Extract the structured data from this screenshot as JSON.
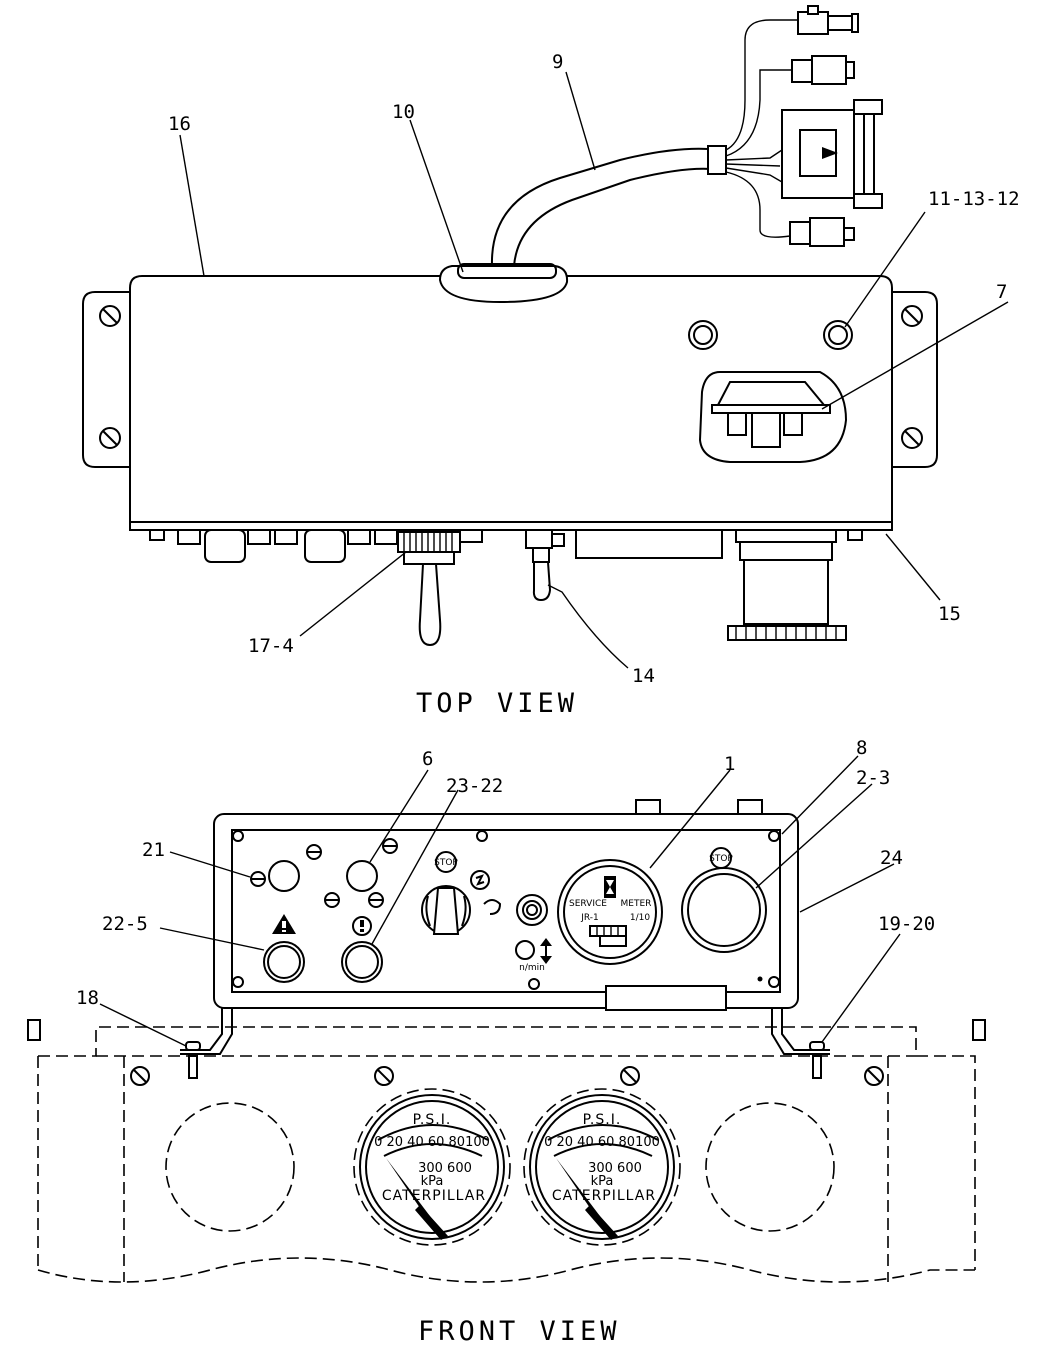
{
  "views": {
    "top_title": "TOP VIEW",
    "front_title": "FRONT VIEW"
  },
  "callouts": {
    "c16": "16",
    "c10": "10",
    "c9": "9",
    "c11_13_12": "11-13-12",
    "c7": "7",
    "c15": "15",
    "c17_4": "17-4",
    "c14": "14",
    "c6": "6",
    "c23_22": "23-22",
    "c1": "1",
    "c8": "8",
    "c2_3": "2-3",
    "c21": "21",
    "c24": "24",
    "c22_5": "22-5",
    "c19_20": "19-20",
    "c18": "18"
  },
  "panel_labels": {
    "stop_switch": "STOP",
    "stop_button": "STOP",
    "speed_unit": "n/min",
    "meter_left": "SERVICE",
    "meter_right": "METER",
    "meter_model": "JR-1",
    "meter_ratio": "1/10"
  },
  "gauges": [
    {
      "unit_top": "P.S.I.",
      "scale_top": "0 20 40 60 80100",
      "scale_bottom": "300 600",
      "unit_bottom": "kPa",
      "brand": "CATERPILLAR"
    },
    {
      "unit_top": "P.S.I.",
      "scale_top": "0 20 40 60 80100",
      "scale_bottom": "300 600",
      "unit_bottom": "kPa",
      "brand": "CATERPILLAR"
    }
  ]
}
